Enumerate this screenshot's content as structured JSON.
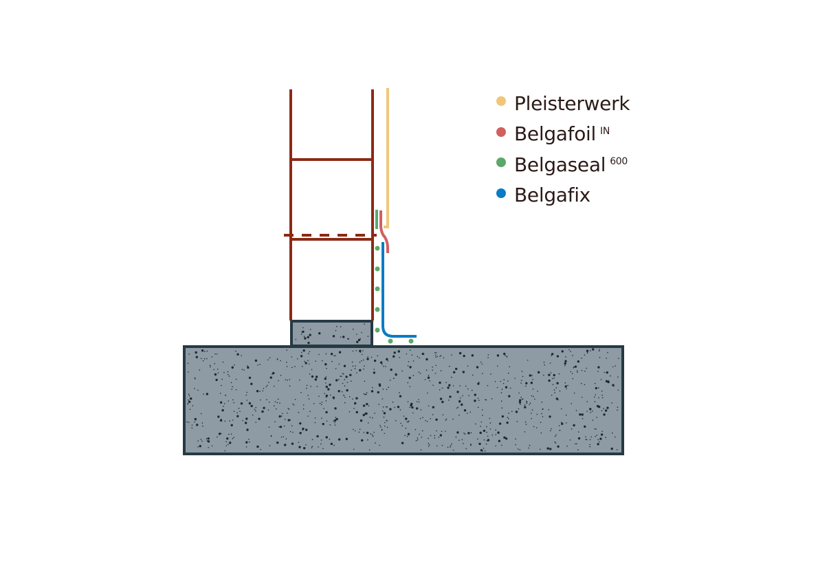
{
  "legend": [
    {
      "label": "Pleisterwerk",
      "sup": "",
      "color": "#f0c77a"
    },
    {
      "label": "Belgafoil",
      "sup": "IN",
      "color": "#d0605f"
    },
    {
      "label": "Belgaseal",
      "sup": "600",
      "color": "#5ba86a"
    },
    {
      "label": "Belgafix",
      "sup": "",
      "color": "#0a7cc4"
    }
  ],
  "colors": {
    "frame": "#8b2a14",
    "concrete": "#8e9ba5",
    "concrete_edge": "#263a44",
    "speckle": "#1e2a30"
  }
}
